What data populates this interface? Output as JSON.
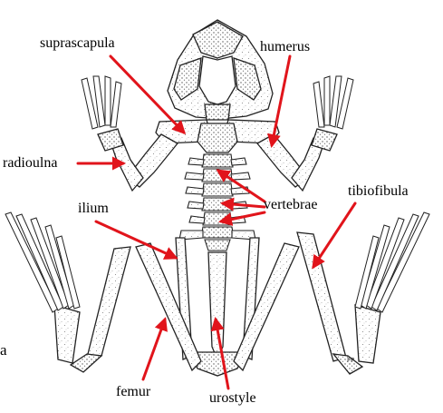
{
  "labels": {
    "suprascapula": "suprascapula",
    "humerus": "humerus",
    "radioulna": "radioulna",
    "tibiofibula": "tibiofibula",
    "ilium": "ilium",
    "vertebrae": "vertebrae",
    "femur": "femur",
    "urostyle": "urostyle",
    "panel_letter": "a",
    "artist_initials": "FP"
  },
  "colors": {
    "arrow": "#e1141b",
    "bone_fill": "#ffffff",
    "bone_outline": "#222222",
    "stipple": "#6b6b6b"
  }
}
